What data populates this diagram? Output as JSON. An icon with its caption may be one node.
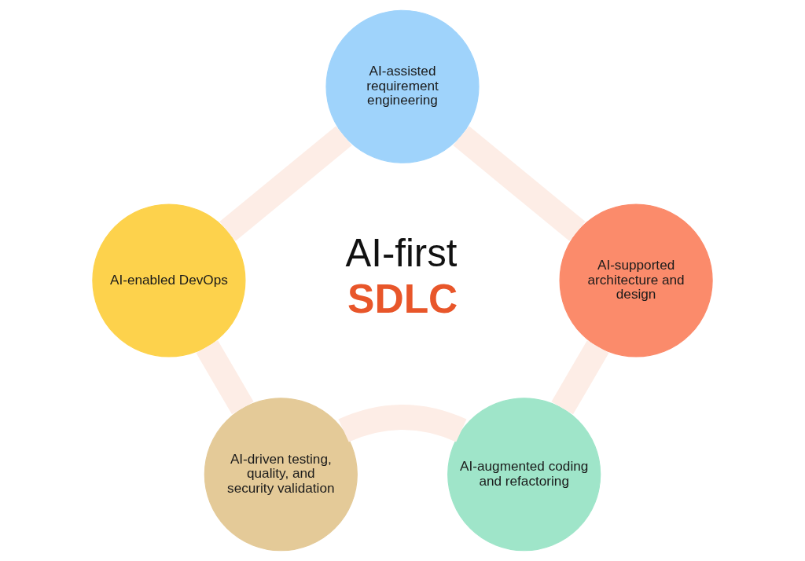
{
  "diagram": {
    "nodes": [
      {
        "text": [
          "AI-assisted requirement engineering"
        ]
      },
      {
        "text": [
          "AI-supported architecture and design"
        ]
      },
      {
        "text": [
          "AI-augmented coding and refactoring"
        ]
      },
      {
        "text": [
          "AI-driven testing, quality, and security validation"
        ]
      },
      {
        "text": [
          "AI-enabled DevOps"
        ]
      }
    ],
    "edges": [
      {
        "from": 0,
        "to": 1,
        "arrow": "none"
      },
      {
        "from": 1,
        "to": 2,
        "arrow": "none"
      },
      {
        "from": 2,
        "to": 3,
        "arrow": "none"
      },
      {
        "from": 3,
        "to": 4,
        "arrow": "none"
      },
      {
        "from": 4,
        "to": 0,
        "arrow": "none"
      }
    ],
    "labels": [
      "AI-first",
      "SDLC"
    ]
  }
}
